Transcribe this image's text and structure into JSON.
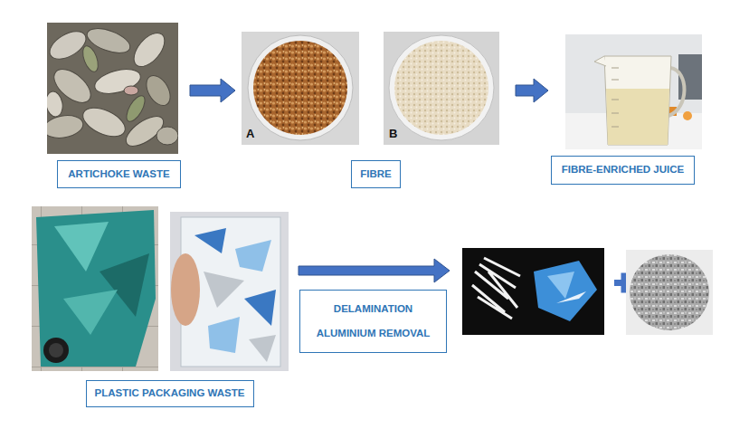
{
  "diagram": {
    "nodes": [
      {
        "text": [
          "ARTICHOKE WASTE"
        ]
      },
      {
        "text": [
          "FIBRE"
        ]
      },
      {
        "text": [
          "FIBRE-ENRICHED JUICE"
        ]
      },
      {
        "text": [
          "PLASTIC PACKAGING WASTE"
        ]
      },
      {
        "text": [
          "DELAMINATION ALUMINIUM REMOVAL"
        ]
      }
    ],
    "edges": [
      {
        "from": 0,
        "to": 1,
        "arrow": "to"
      },
      {
        "from": 1,
        "to": 2,
        "arrow": "to"
      }
    ],
    "labels": [
      "A",
      "B"
    ]
  }
}
